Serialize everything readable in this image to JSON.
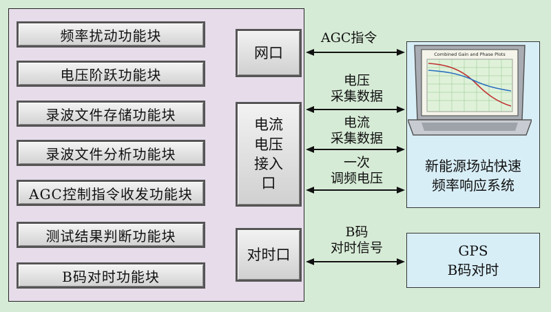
{
  "modules": [
    "频率扰动功能块",
    "电压阶跃功能块",
    "录波文件存储功能块",
    "录波文件分析功能块",
    "AGC控制指令收发功能块",
    "测试结果判断功能块",
    "B码对时功能块"
  ],
  "ports": {
    "network": "网口",
    "current_voltage": "电流\n电压\n接入\n口",
    "timing": "对时口"
  },
  "links": {
    "agc": "AGC指令",
    "voltage_sample": "电压\n采集数据",
    "current_sample": "电流\n采集数据",
    "primary_freq": "一次\n调频电压",
    "bcode": "B码\n对时信号"
  },
  "external": {
    "system": "新能源场站快速\n频率响应系统",
    "gps": "GPS\nB码对时"
  },
  "laptop_screen_title": "Combined Gain and Phase Plots"
}
